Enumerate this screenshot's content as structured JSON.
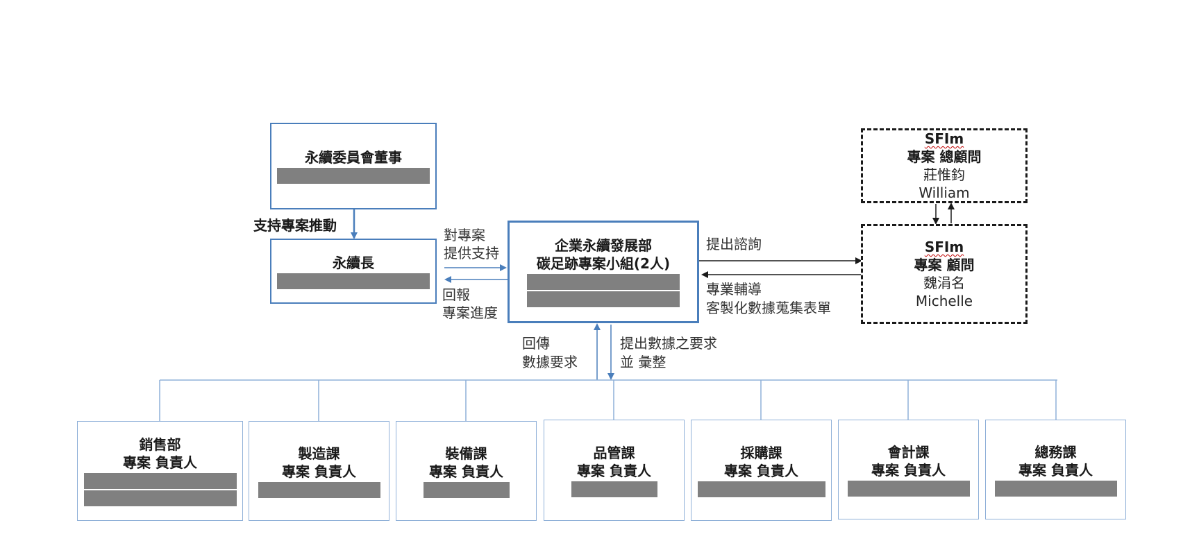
{
  "board_director": {
    "title": "永續委員會董事"
  },
  "support_label": "支持專案推動",
  "cso": {
    "title": "永續長"
  },
  "center_unit": {
    "line1": "企業永續發展部",
    "line2": "碳足跡專案小組(2人)"
  },
  "left_arrow_labels": {
    "top1": "對專案",
    "top2": "提供支持",
    "bottom1": "回報",
    "bottom2": "專案進度"
  },
  "right_arrow_labels": {
    "top": "提出諮詢",
    "bottom1": "專業輔導",
    "bottom2": "客製化數據蒐集表單"
  },
  "down_arrow_labels": {
    "left1": "回傳",
    "left2": "數據要求",
    "right1": "提出數據之要求",
    "right2": "並 彙整"
  },
  "consultant_lead": {
    "org": "SFIm",
    "role": "專案 總顧問",
    "name_zh": "莊惟鈞",
    "name_en": "William"
  },
  "consultant": {
    "org": "SFIm",
    "role": "專案 顧問",
    "name_zh": "魏涓名",
    "name_en": "Michelle"
  },
  "departments": [
    {
      "name": "銷售部",
      "role": "專案 負責人"
    },
    {
      "name": "製造課",
      "role": "專案 負責人"
    },
    {
      "name": "裝備課",
      "role": "專案 負責人"
    },
    {
      "name": "品管課",
      "role": "專案 負責人"
    },
    {
      "name": "採購課",
      "role": "專案 負責人"
    },
    {
      "name": "會計課",
      "role": "專案 負責人"
    },
    {
      "name": "總務課",
      "role": "專案 負責人"
    }
  ],
  "colors": {
    "accent_blue": "#4a7ebb",
    "redaction_gray": "#808080",
    "dashed_border": "#1a1a1a"
  }
}
